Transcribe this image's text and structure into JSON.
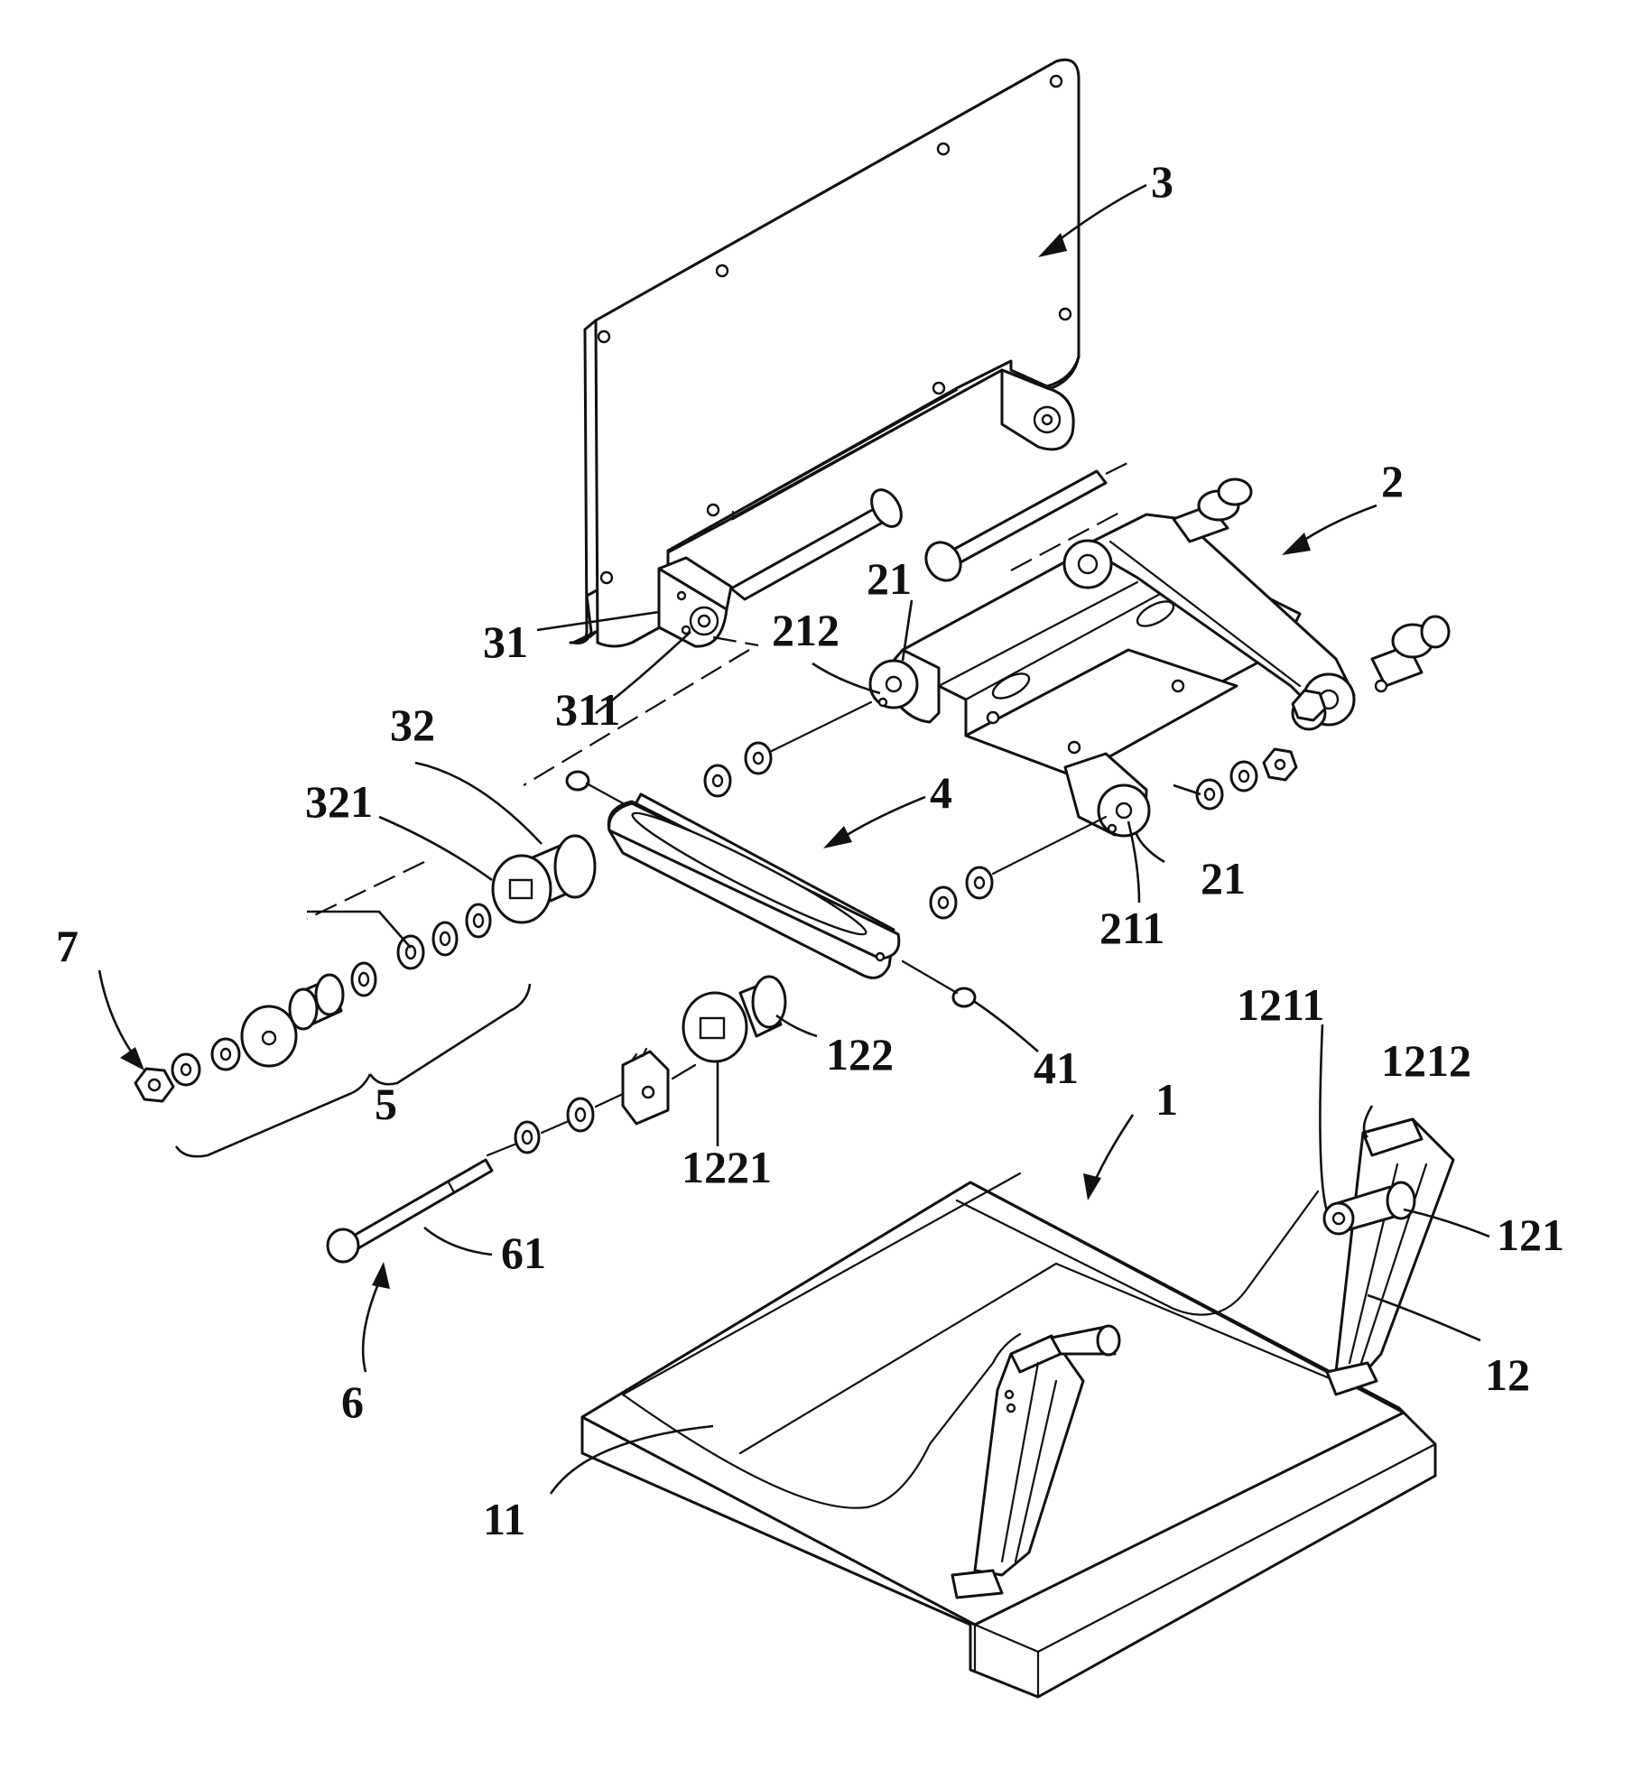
{
  "labels": {
    "n1": "1",
    "n2": "2",
    "n3": "3",
    "n4": "4",
    "n5": "5",
    "n6": "6",
    "n7": "7",
    "n11": "11",
    "n12": "12",
    "n21a": "21",
    "n21b": "21",
    "n31": "31",
    "n32": "32",
    "n41": "41",
    "n61": "61",
    "n121": "121",
    "n122": "122",
    "n211": "211",
    "n212": "212",
    "n311": "311",
    "n321": "321",
    "n1211": "1211",
    "n1212": "1212",
    "n1221": "1221"
  }
}
